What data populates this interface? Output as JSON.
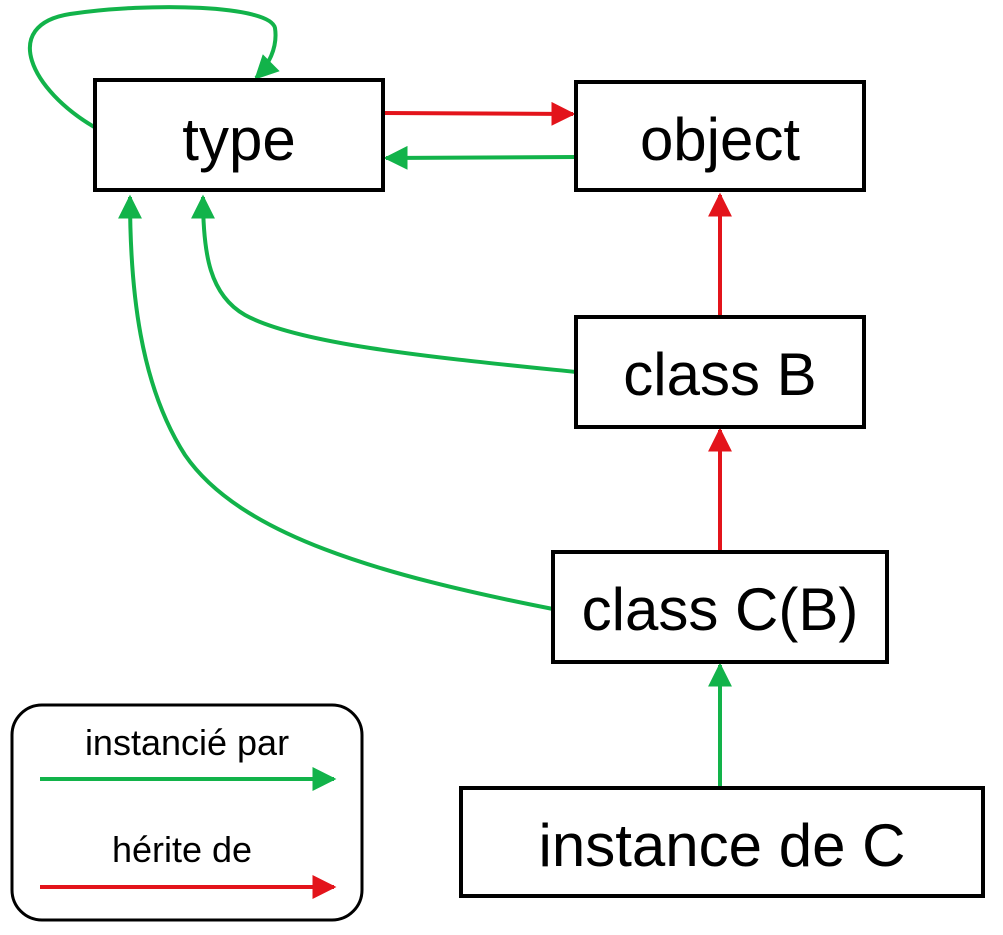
{
  "colors": {
    "instantiation": "#12b34a",
    "inheritance": "#e3141b",
    "box_stroke": "#000000",
    "background": "#ffffff"
  },
  "nodes": {
    "type": {
      "label": "type"
    },
    "object": {
      "label": "object"
    },
    "class_b": {
      "label": "class B"
    },
    "class_c": {
      "label": "class C(B)"
    },
    "instance_c": {
      "label": "instance de C"
    }
  },
  "edges": [
    {
      "from": "type",
      "to": "type",
      "relation": "instancié par"
    },
    {
      "from": "type",
      "to": "object",
      "relation": "hérite de"
    },
    {
      "from": "object",
      "to": "type",
      "relation": "instancié par"
    },
    {
      "from": "class B",
      "to": "object",
      "relation": "hérite de"
    },
    {
      "from": "class B",
      "to": "type",
      "relation": "instancié par"
    },
    {
      "from": "class C(B)",
      "to": "class B",
      "relation": "hérite de"
    },
    {
      "from": "class C(B)",
      "to": "type",
      "relation": "instancié par"
    },
    {
      "from": "instance de C",
      "to": "class C(B)",
      "relation": "instancié par"
    }
  ],
  "legend": {
    "instantiation_label": "instancié par",
    "inheritance_label": "hérite de"
  }
}
